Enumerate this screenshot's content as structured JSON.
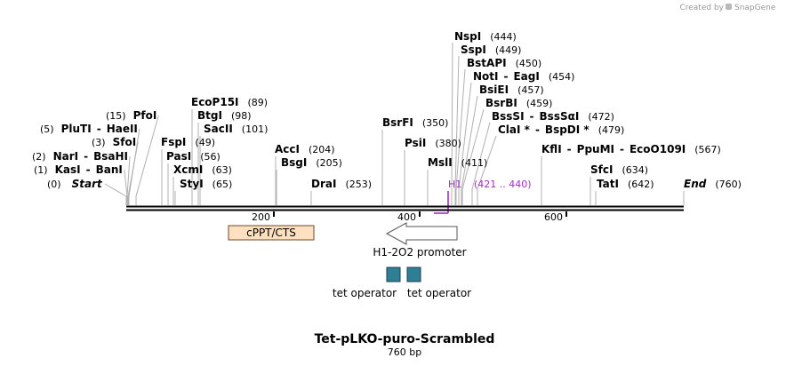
{
  "credit": {
    "prefix": "Created by",
    "brand": "SnapGene"
  },
  "title": "Tet-pLKO-puro-Scrambled",
  "length_label": "760 bp",
  "sequence_length": 760,
  "ruler": {
    "ticks": [
      200,
      400,
      600
    ]
  },
  "sites": [
    {
      "name": "Start",
      "pos": "(0)",
      "italic": true
    },
    {
      "name": "KasI",
      "sep": "-",
      "name2": "BanI",
      "pos": "(1)"
    },
    {
      "name": "NarI",
      "sep": "-",
      "name2": "BsaHI",
      "pos": "(2)"
    },
    {
      "name": "SfoI",
      "pos": "(3)"
    },
    {
      "name": "PluTI",
      "sep": "-",
      "name2": "HaeII",
      "pos": "(5)"
    },
    {
      "name": "PfoI",
      "pos": "(15)"
    },
    {
      "name": "FspI",
      "pos": "(49)"
    },
    {
      "name": "PasI",
      "pos": "(56)"
    },
    {
      "name": "XcmI",
      "pos": "(63)"
    },
    {
      "name": "StyI",
      "pos": "(65)"
    },
    {
      "name": "EcoP15I",
      "pos": "(89)"
    },
    {
      "name": "BtgI",
      "pos": "(98)"
    },
    {
      "name": "SacII",
      "pos": "(101)"
    },
    {
      "name": "AccI",
      "pos": "(204)"
    },
    {
      "name": "BsgI",
      "pos": "(205)"
    },
    {
      "name": "DraI",
      "pos": "(253)"
    },
    {
      "name": "BsrFI",
      "pos": "(350)"
    },
    {
      "name": "PsiI",
      "pos": "(380)"
    },
    {
      "name": "MslI",
      "pos": "(411)"
    },
    {
      "name": "NspI",
      "pos": "(444)"
    },
    {
      "name": "SspI",
      "pos": "(449)"
    },
    {
      "name": "BstAPI",
      "pos": "(450)"
    },
    {
      "name": "NotI",
      "sep": "-",
      "name2": "EagI",
      "pos": "(454)"
    },
    {
      "name": "BsiEI",
      "pos": "(457)"
    },
    {
      "name": "BsrBI",
      "pos": "(459)"
    },
    {
      "name": "BssSI",
      "sep": "-",
      "name2": "BssSαI",
      "pos": "(472)"
    },
    {
      "name": "ClaI *",
      "sep": "-",
      "name2": "BspDI *",
      "pos": "(479)"
    },
    {
      "name": "KflI",
      "sep": "-",
      "name2": "PpuMI",
      "sep2": "-",
      "name3": "EcoO109I",
      "pos": "(567)"
    },
    {
      "name": "SfcI",
      "pos": "(634)"
    },
    {
      "name": "TatI",
      "pos": "(642)"
    },
    {
      "name": "End",
      "pos": "(760)",
      "italic": true
    }
  ],
  "primer": {
    "name": "H1",
    "range": "(421 .. 440)"
  },
  "features": {
    "cppt": "cPPT/CTS",
    "h1_promoter": "H1-2O2 promoter",
    "tet_op_1": "tet operator",
    "tet_op_2": "tet operator"
  },
  "colors": {
    "backbone": "#000000",
    "cppt_fill": "#fde0c0",
    "cppt_stroke": "#6b4a2a",
    "promoter_fill": "#ffffff",
    "promoter_stroke": "#555555",
    "tet_fill": "#2e7f96",
    "tet_stroke": "#1f3f4f",
    "primer": "#a32cc4",
    "credit": "#999999"
  }
}
